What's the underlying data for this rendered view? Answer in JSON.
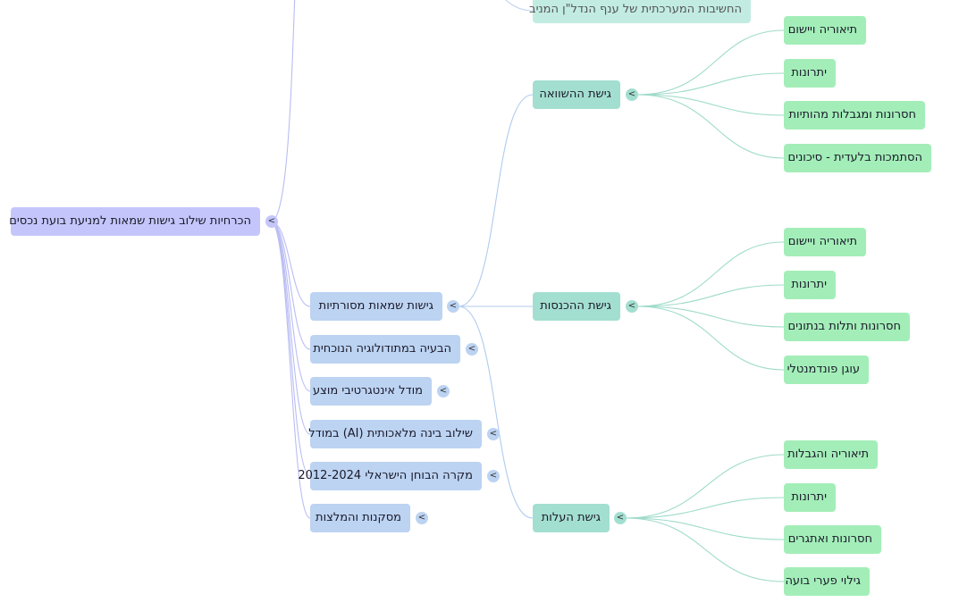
{
  "root": {
    "label": "הכרחיות שילוב גישות שמאות למניעת בועת נכסים",
    "toggle": "<"
  },
  "faded_node": {
    "label": "החשיבות המערכתית של ענף הנדל\"ן המניב"
  },
  "level1": [
    {
      "label": "גישות שמאות מסורתיות",
      "toggle": "<"
    },
    {
      "label": "הבעיה במתודולוגיה הנוכחית",
      "toggle": "<"
    },
    {
      "label": "מודל אינטגרטיבי מוצע",
      "toggle": "<"
    },
    {
      "label": "שילוב בינה מלאכותית (AI) במודל",
      "toggle": "<"
    },
    {
      "label": "מקרה הבוחן הישראלי 2012-2024",
      "toggle": "<"
    },
    {
      "label": "מסקנות והמלצות",
      "toggle": "<"
    }
  ],
  "level2": [
    {
      "label": "גישת ההשוואה",
      "toggle": "<",
      "children": [
        "תיאוריה ויישום",
        "יתרונות",
        "חסרונות ומגבלות מהותיות",
        "הסתמכות בלעדית - סיכונים"
      ]
    },
    {
      "label": "גישת ההכנסות",
      "toggle": "<",
      "children": [
        "תיאוריה ויישום",
        "יתרונות",
        "חסרונות ותלות בנתונים",
        "עוגן פונדמנטלי"
      ]
    },
    {
      "label": "גישת העלות",
      "toggle": "<",
      "children": [
        "תיאוריה והגבלות",
        "יתרונות",
        "חסרונות ואתגרים",
        "גילוי פערי בועה"
      ]
    }
  ],
  "colors": {
    "root": "#c4c6fb",
    "level1": "#bcd3f2",
    "level2": "#a3dfd0",
    "level3": "#a3eeb8",
    "edge_root": "#b9bdf3",
    "edge_l1": "#b0cbee",
    "edge_l2": "#9edbc9"
  }
}
